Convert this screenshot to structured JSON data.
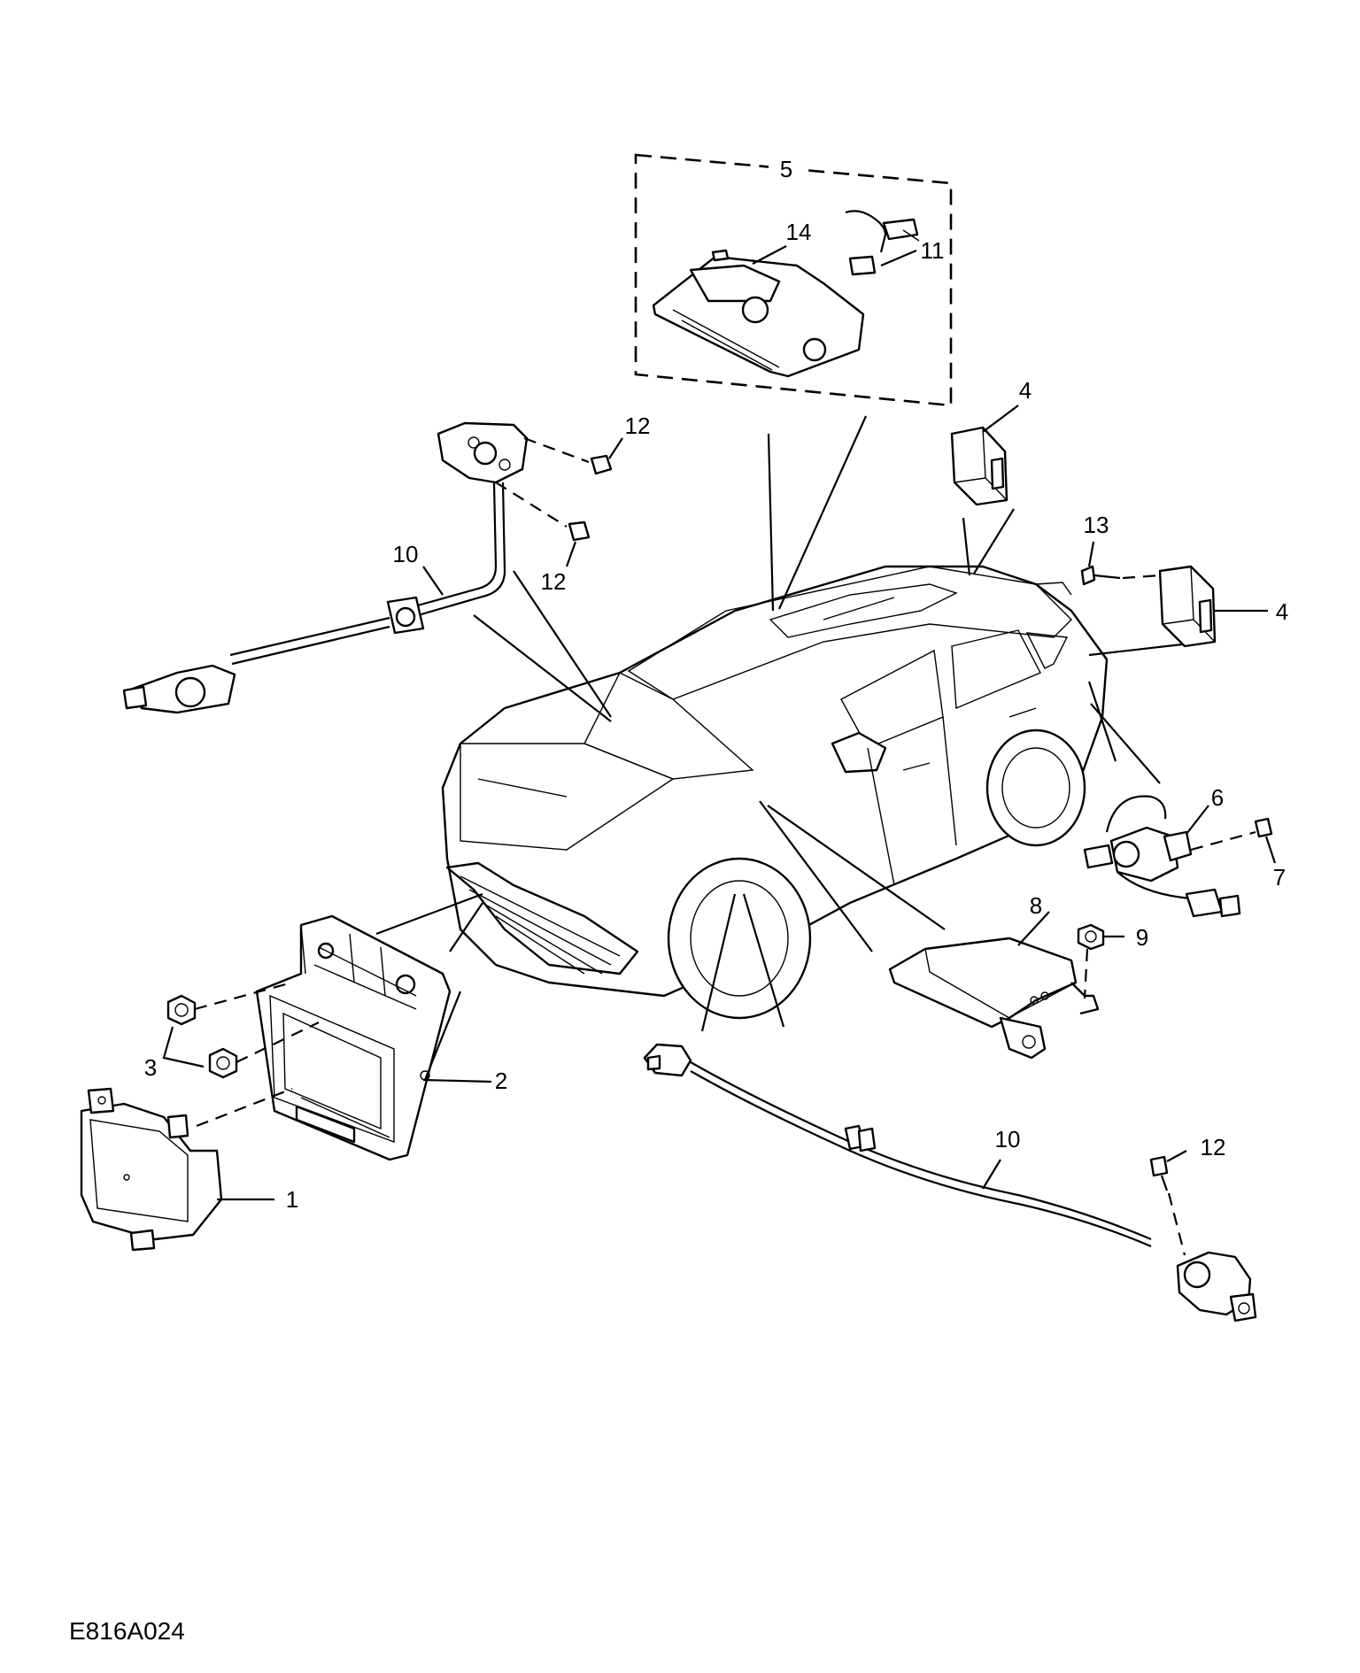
{
  "diagram": {
    "reference_code": "E816A024",
    "callouts": {
      "c1": "1",
      "c2": "2",
      "c3": "3",
      "c4a": "4",
      "c4b": "4",
      "c5": "5",
      "c6": "6",
      "c7": "7",
      "c8": "8",
      "c9": "9",
      "c10a": "10",
      "c10b": "10",
      "c11": "11",
      "c12a": "12",
      "c12b": "12",
      "c12c": "12",
      "c13": "13",
      "c14": "14"
    }
  }
}
